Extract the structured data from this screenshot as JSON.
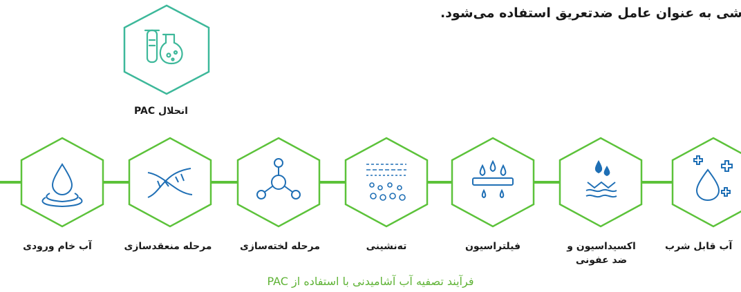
{
  "top_text": "شی به عنوان عامل ضدتعریق استفاده می‌شود.",
  "pac_label": "انحلال PAC",
  "steps": [
    {
      "label": "آب خام ورودی",
      "icon": "water-drop-icon"
    },
    {
      "label": "مرحله منعقدسازی",
      "icon": "dna-icon"
    },
    {
      "label": "مرحله لخته‌سازی",
      "icon": "molecule-icon"
    },
    {
      "label": "ته‌نشینی",
      "icon": "sediment-icon"
    },
    {
      "label": "فیلتراسیون",
      "icon": "filter-icon"
    },
    {
      "label": "اکسیداسیون و ضد عفونی",
      "icon": "disinfection-icon"
    },
    {
      "label": "آب قابل شرب",
      "icon": "drinkable-water-icon"
    }
  ],
  "caption": "فرآیند تصفیه آب آشامیدنی با استفاده از PAC",
  "colors": {
    "step_green": "#5cc23a",
    "pac_green": "#3db89a",
    "caption_green": "#5fb336",
    "icon_blue": "#1f6fb5"
  }
}
